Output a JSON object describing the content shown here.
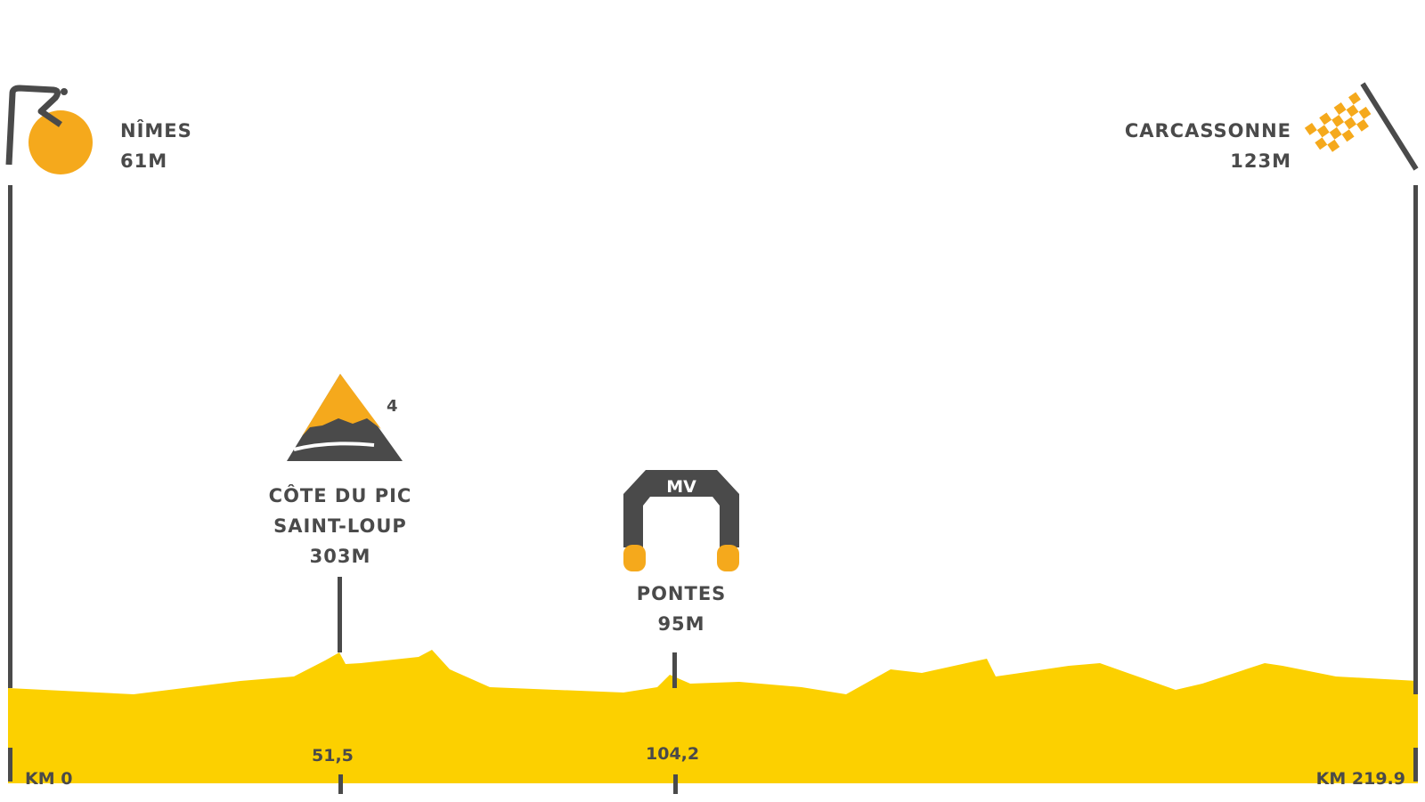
{
  "colors": {
    "profile": "#fcd000",
    "dark": "#4a4a4a",
    "accent": "#f5a91c"
  },
  "start": {
    "name": "NÎMES",
    "altitude": "61M",
    "icon": "start-cyclist-sun-icon"
  },
  "finish": {
    "name": "CARCASSONNE",
    "altitude": "123M",
    "icon": "checkered-flag-icon"
  },
  "climb": {
    "name_line1": "CÔTE DU PIC",
    "name_line2": "SAINT-LOUP",
    "altitude": "303M",
    "category": "4",
    "km": "51,5",
    "icon": "mountain-icon"
  },
  "sprint": {
    "badge": "MV",
    "name": "PONTES",
    "altitude": "95M",
    "km": "104,2",
    "icon": "sprint-arch-icon"
  },
  "axis": {
    "start_label": "KM 0",
    "end_label": "KM 219.9"
  }
}
